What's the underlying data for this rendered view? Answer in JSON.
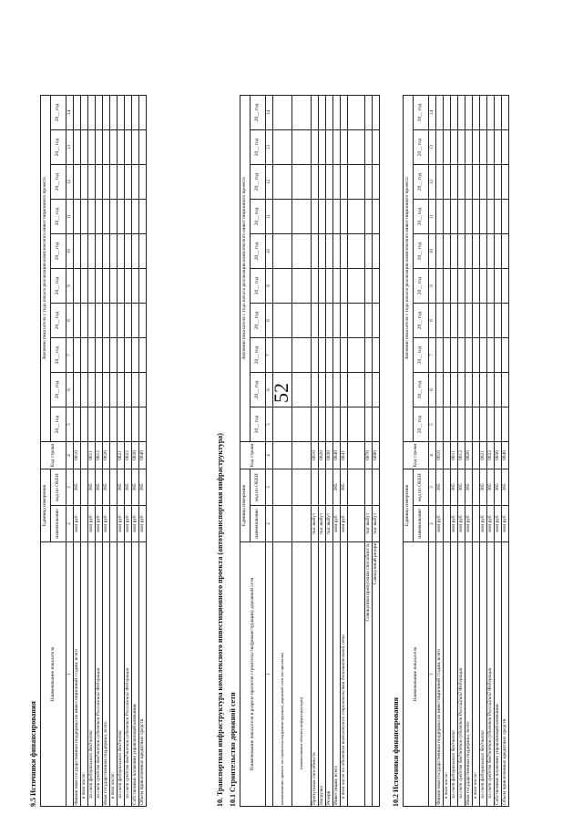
{
  "page_number": "52",
  "common": {
    "h_name": "Наименование показателя",
    "h_unit": "Единица измерения",
    "h_unit_name": "наименование",
    "h_okei": "код по ОКЕИ",
    "h_code": "Код строки",
    "h_values": "Значение показателя с года начала реализации комплексного инвестиционного проекта",
    "year_label": "20__ год",
    "idx": [
      "1",
      "2",
      "3",
      "4",
      "5",
      "6",
      "7",
      "8",
      "9",
      "10",
      "11",
      "12",
      "13",
      "14"
    ]
  },
  "section1": {
    "heading": "9.5 Источники финансирования",
    "rows": [
      {
        "name": "Финансовая государственная поддержка на инвестиционной стадии, всего",
        "unit": "млн руб",
        "okei": "385",
        "code": "0010",
        "indent": false
      },
      {
        "name": "в том числе:",
        "unit": "",
        "okei": "",
        "code": "",
        "indent": true
      },
      {
        "name": "за счет федерального бюджета",
        "unit": "млн руб",
        "okei": "385",
        "code": "0011",
        "indent": true
      },
      {
        "name": "за счет средств бюджетов субъектов Российской Федерации",
        "unit": "млн руб",
        "okei": "385",
        "code": "0012",
        "indent": true
      },
      {
        "name": "Иная государственная поддержка, всего",
        "unit": "млн руб",
        "okei": "385",
        "code": "0020",
        "indent": false
      },
      {
        "name": "в том числе:",
        "unit": "",
        "okei": "",
        "code": "",
        "indent": true
      },
      {
        "name": "за счет федерального бюджета",
        "unit": "млн руб",
        "okei": "385",
        "code": "0021",
        "indent": true
      },
      {
        "name": "за счет средств бюджетов субъектов Российской Федерации",
        "unit": "млн руб",
        "okei": "385",
        "code": "0022",
        "indent": true
      },
      {
        "name": "Собственные вложения управляющей компании",
        "unit": "млн руб",
        "okei": "385",
        "code": "0030",
        "indent": false
      },
      {
        "name": "Объем привлеченных кредитных средств",
        "unit": "млн руб",
        "okei": "385",
        "code": "0040",
        "indent": false
      }
    ]
  },
  "section2": {
    "heading": "10. Транспортная инфраструктура комплексного инвестиционного проекта (автотранспортная инфраструктура)",
    "subheading": "10.1 Строительство дорожной сети",
    "h_name": "Наименование показателя в разрезе проектов строительства(реконструкции) дорожной сети",
    "note1": "наименование проекта по строительству(реконструкции) дорожной сети (по проектам)",
    "note2": "(наименование объекта инфраструктуры)",
    "rows": [
      {
        "name": "Пропускная способность",
        "unit": "тыс выбут",
        "okei": "",
        "code": "0010",
        "indent": false
      },
      {
        "name": "Нагрузка",
        "unit": "тыс выбут",
        "okei": "",
        "code": "0020",
        "indent": false
      },
      {
        "name": "Резерв",
        "unit": "тыс выбут",
        "okei": "",
        "code": "0030",
        "indent": false
      },
      {
        "name": "Инвестиции, всего",
        "unit": "млн руб",
        "okei": "385",
        "code": "0040",
        "indent": false
      },
      {
        "name": "в том числе по объектам комплексного строительства дополнительной сети",
        "unit": "млн руб",
        "okei": "385",
        "code": "0041",
        "indent": true
      }
    ],
    "total_rows": [
      {
        "name": "Совокупная пропускная способность",
        "unit": "тыс выбут",
        "code": "0070"
      },
      {
        "name": "Совокупный резерв",
        "unit": "тыс выбут",
        "code": "0080"
      }
    ]
  },
  "section3": {
    "heading": "10.2 Источники финансирования",
    "rows": [
      {
        "name": "Финансовая государственная поддержка на инвестиционной стадии, всего",
        "unit": "млн руб",
        "okei": "385",
        "code": "0010",
        "indent": false
      },
      {
        "name": "в том числе:",
        "unit": "",
        "okei": "",
        "code": "",
        "indent": true
      },
      {
        "name": "за счет федерального бюджета",
        "unit": "млн руб",
        "okei": "385",
        "code": "0011",
        "indent": true
      },
      {
        "name": "за счет средств бюджетов субъектов Российской Федерации",
        "unit": "млн руб",
        "okei": "385",
        "code": "0012",
        "indent": true
      },
      {
        "name": "Иная государственная поддержка, всего",
        "unit": "млн руб",
        "okei": "385",
        "code": "0020",
        "indent": false
      },
      {
        "name": "в том числе:",
        "unit": "",
        "okei": "",
        "code": "",
        "indent": true
      },
      {
        "name": "за счет федерального бюджета",
        "unit": "млн руб",
        "okei": "385",
        "code": "0021",
        "indent": true
      },
      {
        "name": "за счет средств бюджетов субъектов Российской Федерации",
        "unit": "млн руб",
        "okei": "385",
        "code": "0022",
        "indent": true
      },
      {
        "name": "Собственные вложения управляющей компании",
        "unit": "млн руб",
        "okei": "385",
        "code": "0030",
        "indent": false
      },
      {
        "name": "Объем привлеченных кредитных средств",
        "unit": "млн руб",
        "okei": "385",
        "code": "0040",
        "indent": false
      }
    ]
  }
}
